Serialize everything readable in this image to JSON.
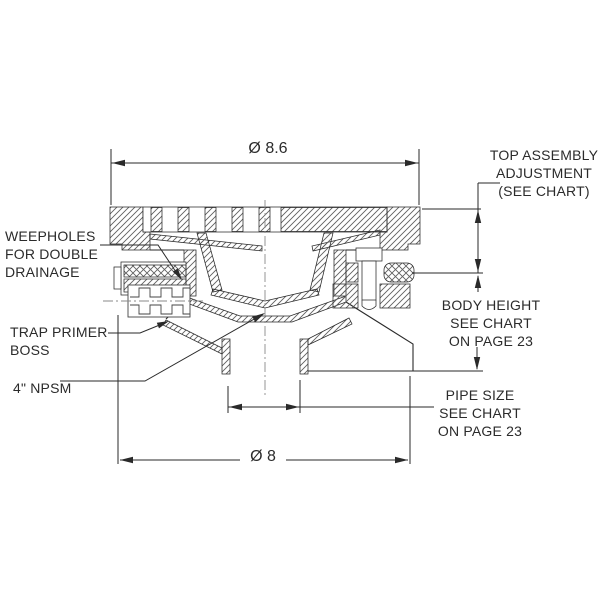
{
  "background": "#ffffff",
  "colors": {
    "line": "#2a2a2a",
    "hatch": "#5f5f5f",
    "text": "#2b2b2b",
    "centerline": "#8a8a8a"
  },
  "dimensions": {
    "top_diameter": "Ø 8.6",
    "bottom_diameter": "Ø 8"
  },
  "callouts": {
    "weepholes": {
      "line1": "WEEPHOLES",
      "line2": "FOR DOUBLE",
      "line3": "DRAINAGE"
    },
    "trap_primer_boss": {
      "line1": "TRAP PRIMER",
      "line2": "BOSS"
    },
    "npsm": {
      "line1": "4\" NPSM"
    },
    "top_assembly_adjustment": {
      "line1": "TOP ASSEMBLY",
      "line2": "ADJUSTMENT",
      "line3": "(SEE CHART)"
    },
    "body_height": {
      "line1": "BODY HEIGHT",
      "line2": "SEE CHART",
      "line3": "ON PAGE 23"
    },
    "pipe_size": {
      "line1": "PIPE SIZE",
      "line2": "SEE CHART",
      "line3": "ON PAGE 23"
    }
  }
}
